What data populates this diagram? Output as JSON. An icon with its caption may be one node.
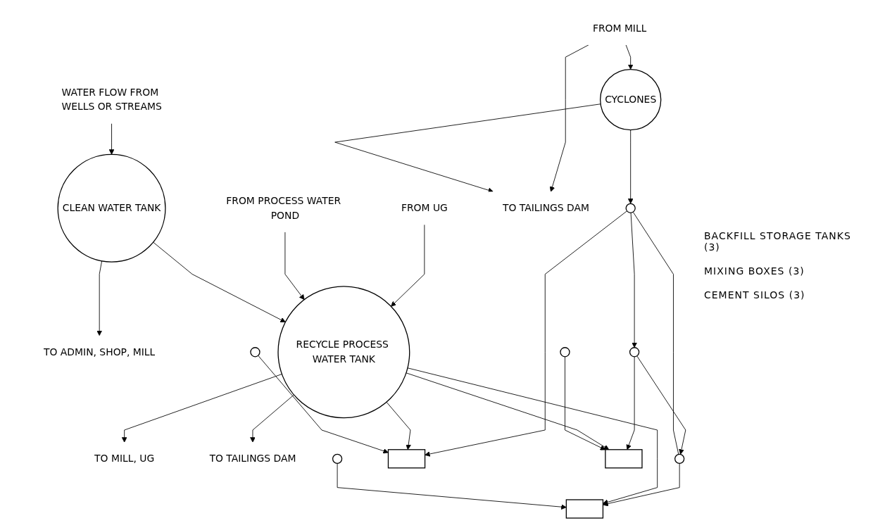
{
  "diagram": {
    "nodes": [
      {
        "text": [
          "TO ADMIN, SHOP, MILL"
        ]
      },
      {
        "text": [
          "TO MILL, UG"
        ]
      },
      {
        "text": [
          "TO TAILINGS DAM"
        ]
      },
      {
        "text": [
          "FROM UG"
        ]
      },
      {
        "text": [
          "FROM PROCESS WATER POND"
        ]
      },
      {
        "text": [
          "RECYCLE PROCESS WATER TANK"
        ]
      },
      {
        "text": [
          "CLEAN WATER TANK"
        ]
      },
      {
        "text": [
          "WATER FLOW FROM WELLS OR STREAMS"
        ]
      },
      {
        "text": [
          "FROM MILL"
        ]
      },
      {
        "text": [
          "CYCLONES"
        ]
      },
      {
        "text": [
          "TO TAILINGS DAM"
        ]
      },
      {
        "text": [],
        "shape": "circle"
      },
      {
        "text": [],
        "shape": "circle"
      },
      {
        "text": [],
        "shape": "circle"
      },
      {
        "text": [],
        "shape": "box"
      },
      {
        "text": [],
        "shape": "box"
      },
      {
        "text": [],
        "shape": "box"
      },
      {
        "text": [],
        "shape": "circle"
      },
      {
        "text": [],
        "shape": "circle"
      },
      {
        "text": [],
        "shape": "circle"
      }
    ],
    "edges": [
      {
        "from": 6,
        "to": 0,
        "arrow": "to"
      },
      {
        "from": 5,
        "to": 1,
        "arrow": "to"
      },
      {
        "from": 5,
        "to": 2,
        "arrow": "to"
      },
      {
        "from": 3,
        "to": 5,
        "arrow": "to"
      },
      {
        "from": 4,
        "to": 5,
        "arrow": "to"
      },
      {
        "from": 6,
        "to": 5,
        "arrow": "to"
      },
      {
        "from": 7,
        "to": 6,
        "arrow": "to"
      },
      {
        "from": 8,
        "to": 9,
        "arrow": "to"
      },
      {
        "from": 8,
        "to": 10,
        "arrow": "to"
      },
      {
        "from": 9,
        "to": 10,
        "arrow": "to"
      },
      {
        "from": 9,
        "to": 11,
        "arrow": "to"
      },
      {
        "from": 11,
        "to": 12,
        "arrow": "to"
      },
      {
        "from": 12,
        "to": 13,
        "arrow": "to"
      },
      {
        "from": 11,
        "to": 14,
        "arrow": "to"
      },
      {
        "from": 12,
        "to": 15,
        "arrow": "to"
      },
      {
        "from": 13,
        "to": 16,
        "arrow": "to"
      },
      {
        "from": 11,
        "to": 13,
        "arrow": "none"
      },
      {
        "from": 5,
        "to": 14,
        "arrow": "to"
      },
      {
        "from": 5,
        "to": 15,
        "arrow": "to"
      },
      {
        "from": 5,
        "to": 16,
        "arrow": "to"
      },
      {
        "from": 17,
        "to": 14,
        "arrow": "to"
      },
      {
        "from": 18,
        "to": 15,
        "arrow": "to"
      },
      {
        "from": 19,
        "to": 16,
        "arrow": "to"
      }
    ],
    "labels": [
      "BACKFILL STORAGE TANKS (3)",
      "MIXING BOXES (3)",
      "CEMENT SILOS (3)"
    ]
  }
}
